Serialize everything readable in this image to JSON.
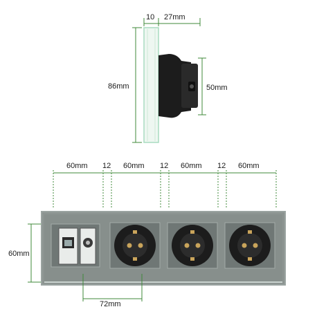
{
  "colors": {
    "dimension_line": "#3f8a3a",
    "glass_edge": "#a9dcc0",
    "panel_frame": "#9aa3a0",
    "panel_fill": "#8c9491",
    "socket_body": "#1c1c1c"
  },
  "side_view": {
    "glass_thickness_label": "10",
    "depth_label": "27mm",
    "height_label": "86mm",
    "module_height_label": "50mm"
  },
  "front_view": {
    "module_widths": [
      "60mm",
      "60mm",
      "60mm",
      "60mm"
    ],
    "gap_labels": [
      "12",
      "12",
      "12"
    ],
    "panel_height_label": "60mm",
    "fixing_distance_label": "72mm"
  },
  "modules": [
    {
      "type": "data-tv",
      "icon": "rj45-coax-icon"
    },
    {
      "type": "schuko-socket",
      "icon": "socket-icon"
    },
    {
      "type": "schuko-socket",
      "icon": "socket-icon"
    },
    {
      "type": "schuko-socket",
      "icon": "socket-icon"
    }
  ]
}
